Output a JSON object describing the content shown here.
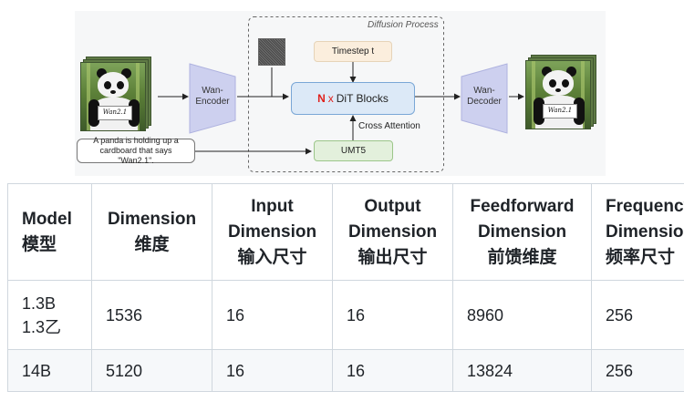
{
  "diagram": {
    "encoder_label": "Wan-\nEncoder",
    "decoder_label": "Wan-\nDecoder",
    "diffusion_title": "Diffusion Process",
    "timestep_label": "Timestep t",
    "dit_n": "N",
    "dit_x": "x",
    "dit_label": "DiT Blocks",
    "cross_attention_label": "Cross Attention",
    "umt5_label": "UMT5",
    "prompt_text": "A panda is holding up a cardboard that says \"Wan2.1\".",
    "card_text": "Wan2.1"
  },
  "table": {
    "headers": [
      [
        "Model",
        "模型"
      ],
      [
        "Dimension",
        "维度"
      ],
      [
        "Input",
        "Dimension",
        "输入尺寸"
      ],
      [
        "Output",
        "Dimension",
        "输出尺寸"
      ],
      [
        "Feedforward",
        "Dimension",
        "前馈维度"
      ],
      [
        "Frequency",
        "Dimension",
        "频率尺寸"
      ]
    ],
    "rows": [
      [
        [
          "1.3B",
          "1.3乙"
        ],
        "1536",
        "16",
        "16",
        "8960",
        "256"
      ],
      [
        "14B",
        "5120",
        "16",
        "16",
        "13824",
        "256"
      ]
    ]
  }
}
